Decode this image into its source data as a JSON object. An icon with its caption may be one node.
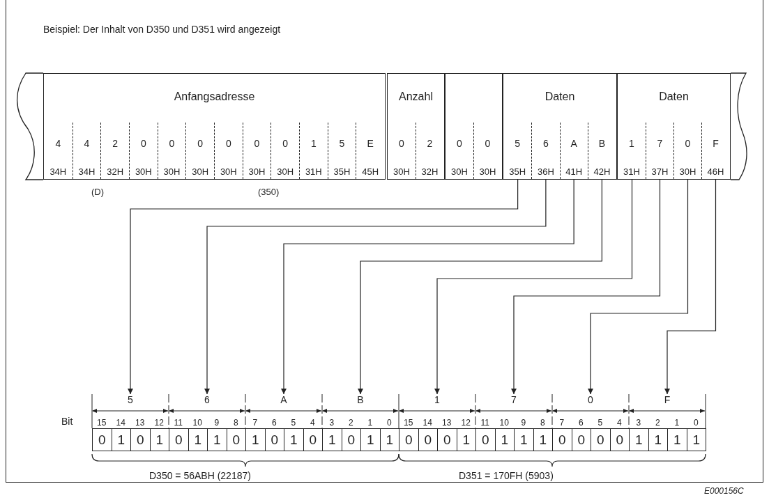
{
  "diagram": {
    "title": "Beispiel: Der Inhalt von D350 und D351 wird angezeigt",
    "nodes": [
      {
        "text": [
          "Anfangsadresse"
        ]
      },
      {
        "text": [
          "4",
          "34H"
        ],
        "in": 0
      },
      {
        "text": [
          "4",
          "34H"
        ],
        "in": 0
      },
      {
        "text": [
          "2",
          "32H"
        ],
        "in": 0
      },
      {
        "text": [
          "0",
          "30H"
        ],
        "in": 0
      },
      {
        "text": [
          "0",
          "30H"
        ],
        "in": 0
      },
      {
        "text": [
          "0",
          "30H"
        ],
        "in": 0
      },
      {
        "text": [
          "0",
          "30H"
        ],
        "in": 0
      },
      {
        "text": [
          "0",
          "30H"
        ],
        "in": 0
      },
      {
        "text": [
          "0",
          "30H"
        ],
        "in": 0
      },
      {
        "text": [
          "1",
          "31H"
        ],
        "in": 0
      },
      {
        "text": [
          "5",
          "35H"
        ],
        "in": 0
      },
      {
        "text": [
          "E",
          "45H"
        ],
        "in": 0
      },
      {
        "text": [
          "Anzahl"
        ]
      },
      {
        "text": [
          "0",
          "30H"
        ],
        "in": 13
      },
      {
        "text": [
          "2",
          "32H"
        ],
        "in": 13
      },
      {
        "text": [],
        "shape": "box"
      },
      {
        "text": [
          "0",
          "30H"
        ],
        "in": 16
      },
      {
        "text": [
          "0",
          "30H"
        ],
        "in": 16
      },
      {
        "text": [
          "Daten"
        ]
      },
      {
        "text": [
          "5",
          "35H"
        ],
        "in": 19
      },
      {
        "text": [
          "6",
          "36H"
        ],
        "in": 19
      },
      {
        "text": [
          "A",
          "41H"
        ],
        "in": 19
      },
      {
        "text": [
          "B",
          "42H"
        ],
        "in": 19
      },
      {
        "text": [
          "Daten"
        ]
      },
      {
        "text": [
          "1",
          "31H"
        ],
        "in": 24
      },
      {
        "text": [
          "7",
          "37H"
        ],
        "in": 24
      },
      {
        "text": [
          "0",
          "30H"
        ],
        "in": 24
      },
      {
        "text": [
          "F",
          "46H"
        ],
        "in": 24
      },
      {
        "text": [
          "5"
        ]
      },
      {
        "text": [
          "6"
        ]
      },
      {
        "text": [
          "A"
        ]
      },
      {
        "text": [
          "B"
        ]
      },
      {
        "text": [
          "1"
        ]
      },
      {
        "text": [
          "7"
        ]
      },
      {
        "text": [
          "0"
        ]
      },
      {
        "text": [
          "F"
        ]
      }
    ],
    "edges": [
      {
        "from": 20,
        "to": 29,
        "arrow": "to"
      },
      {
        "from": 21,
        "to": 30,
        "arrow": "to"
      },
      {
        "from": 22,
        "to": 31,
        "arrow": "to"
      },
      {
        "from": 23,
        "to": 32,
        "arrow": "to"
      },
      {
        "from": 25,
        "to": 33,
        "arrow": "to"
      },
      {
        "from": 26,
        "to": 34,
        "arrow": "to"
      },
      {
        "from": 27,
        "to": 35,
        "arrow": "to"
      },
      {
        "from": 28,
        "to": 36,
        "arrow": "to"
      }
    ],
    "labels": [
      "(D)",
      "(350)",
      "Bit",
      "15",
      "14",
      "13",
      "12",
      "11",
      "10",
      "9",
      "8",
      "7",
      "6",
      "5",
      "4",
      "3",
      "2",
      "1",
      "0",
      "15",
      "14",
      "13",
      "12",
      "11",
      "10",
      "9",
      "8",
      "7",
      "6",
      "5",
      "4",
      "3",
      "2",
      "1",
      "0",
      "0",
      "1",
      "0",
      "1",
      "0",
      "1",
      "1",
      "0",
      "1",
      "0",
      "1",
      "0",
      "1",
      "0",
      "1",
      "1",
      "0",
      "0",
      "0",
      "1",
      "0",
      "1",
      "1",
      "1",
      "0",
      "0",
      "0",
      "0",
      "1",
      "1",
      "1",
      "1",
      "D350 = 56ABH (22187)",
      "D351 = 170FH (5903)",
      "E000156C"
    ]
  }
}
